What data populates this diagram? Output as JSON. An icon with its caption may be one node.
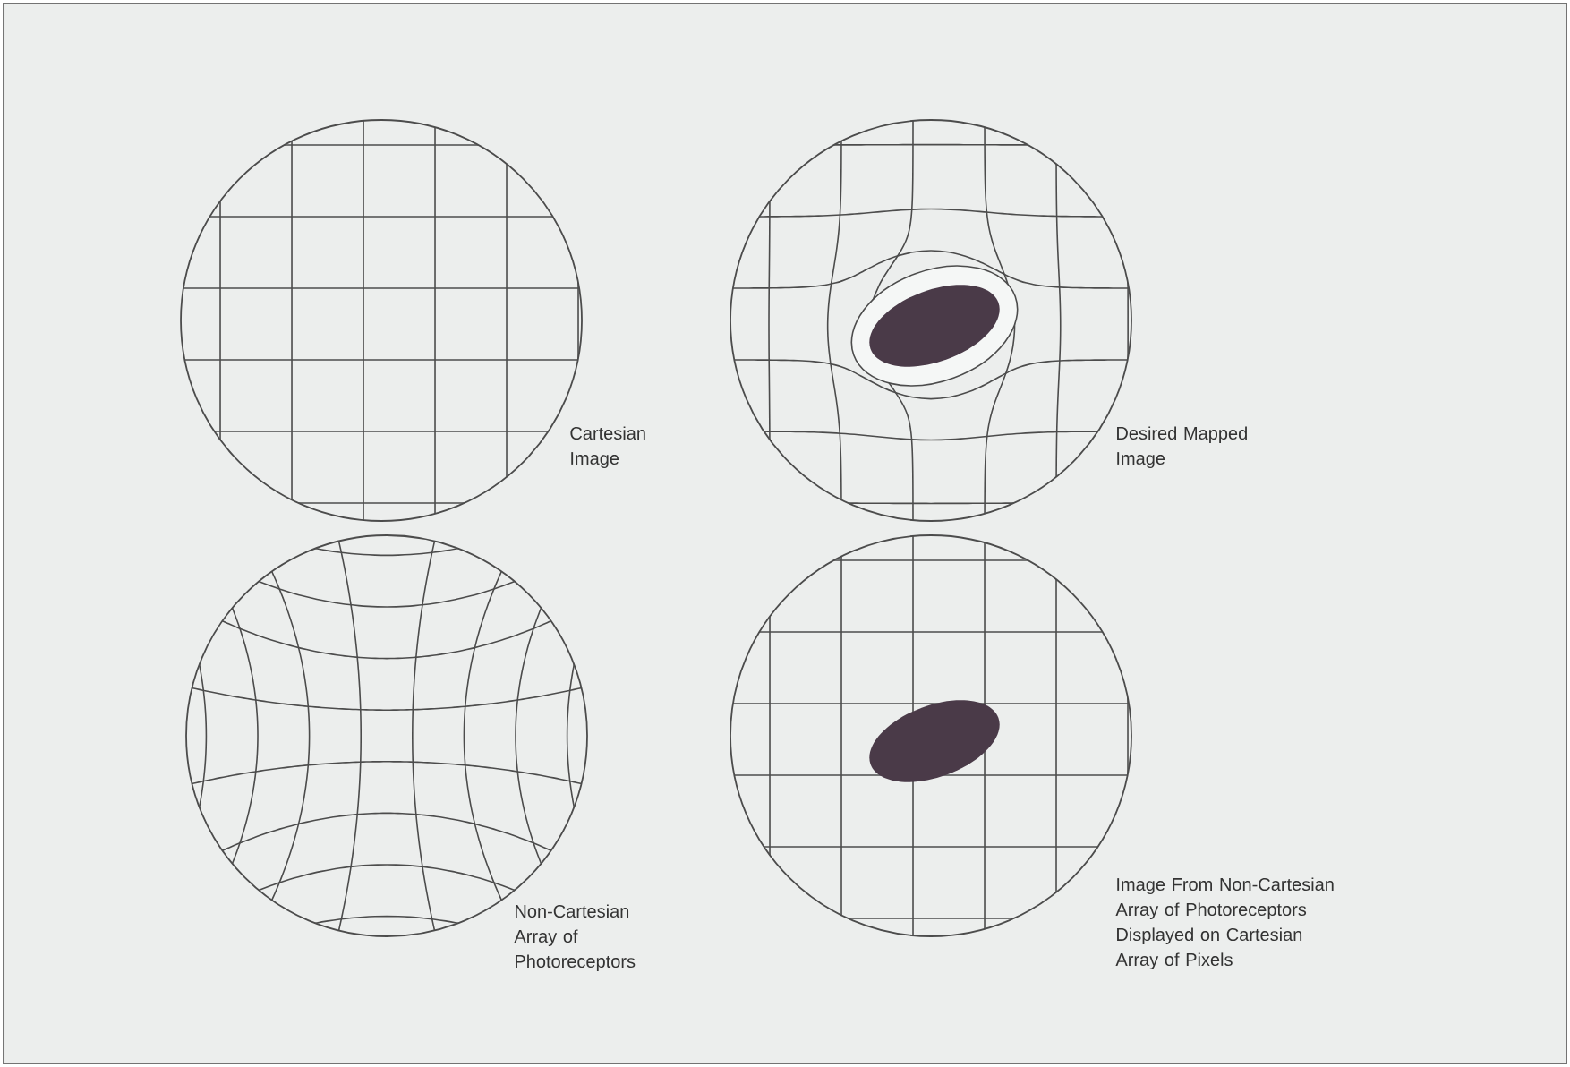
{
  "diagram": {
    "labels": [
      "Cartesian Image",
      "Desired Mapped Image",
      "Non-Cartesian Array of Photoreceptors",
      "Image From Non-Cartesian Array of Photoreceptors Displayed on Cartesian Array of Pixels"
    ]
  }
}
